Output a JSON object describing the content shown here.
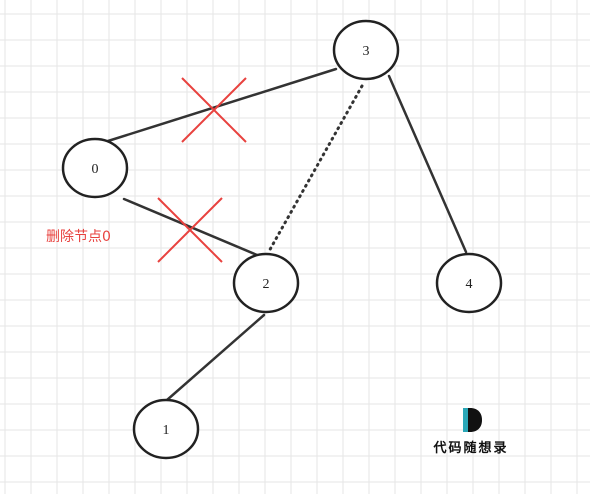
{
  "diagram": {
    "nodes": [
      {
        "id": "3",
        "label": "3"
      },
      {
        "id": "0",
        "label": "0"
      },
      {
        "id": "2",
        "label": "2"
      },
      {
        "id": "4",
        "label": "4"
      },
      {
        "id": "1",
        "label": "1"
      }
    ],
    "edges": [
      {
        "from": "3",
        "to": "0",
        "style": "solid",
        "removed": true
      },
      {
        "from": "0",
        "to": "2",
        "style": "solid",
        "removed": true
      },
      {
        "from": "3",
        "to": "2",
        "style": "dotted",
        "removed": false
      },
      {
        "from": "3",
        "to": "4",
        "style": "solid",
        "removed": false
      },
      {
        "from": "2",
        "to": "1",
        "style": "solid",
        "removed": false
      }
    ],
    "annotation": "删除节点0",
    "annotation_color": "#e8423f",
    "cross_color": "#e8423f",
    "grid_color": "#e6e6e6"
  },
  "watermark": {
    "logo_letter": "D",
    "text": "代码随想录"
  }
}
